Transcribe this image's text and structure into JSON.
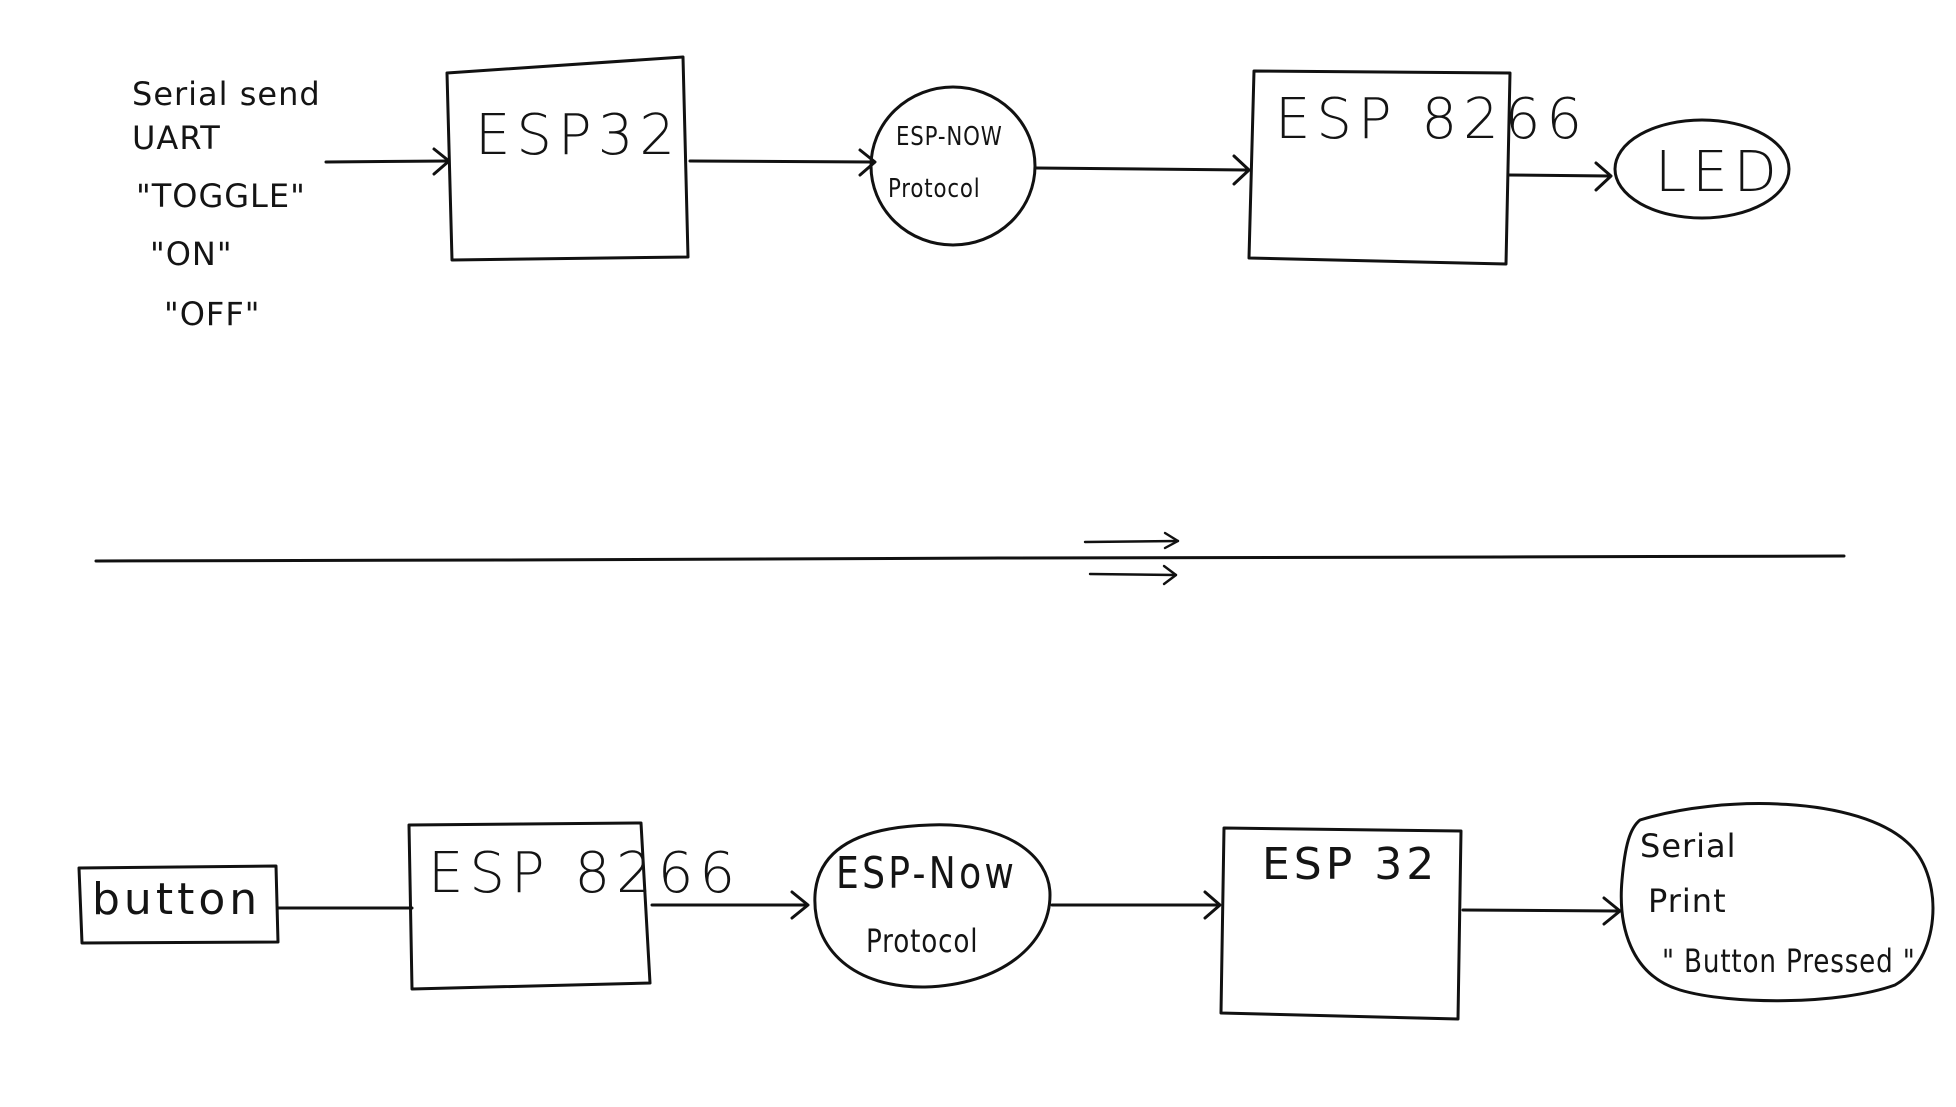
{
  "diagram": {
    "top_flow": {
      "input_note": {
        "line1": "Serial send",
        "line2": "UART",
        "line3": "\"TOGGLE\"",
        "line4": "\"ON\"",
        "line5": "\"OFF\""
      },
      "sender": "ESP32",
      "protocol": {
        "line1": "ESP-NOW",
        "line2": "Protocol"
      },
      "receiver": "ESP 8266",
      "output": "LED"
    },
    "bottom_flow": {
      "input": "button",
      "sender": "ESP 8266",
      "protocol": {
        "line1": "ESP-Now",
        "line2": "Protocol"
      },
      "receiver": "ESP 32",
      "output": {
        "line1": "Serial",
        "line2": "Print",
        "line3": "\" Button Pressed \""
      }
    }
  }
}
